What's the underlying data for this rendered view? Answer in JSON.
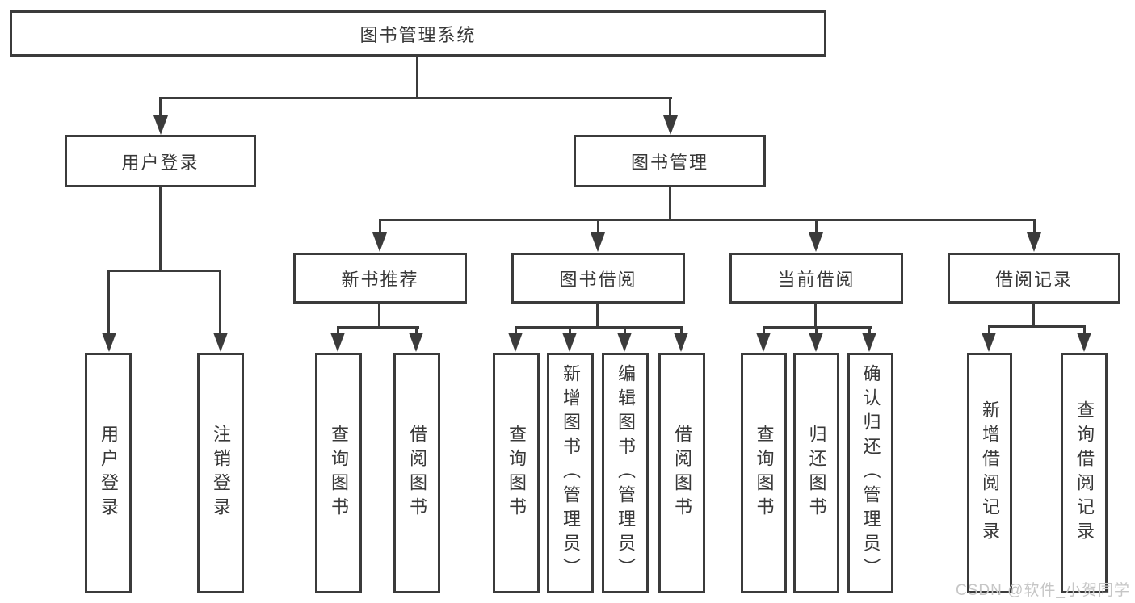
{
  "diagram": {
    "root": "图书管理系统",
    "level2": {
      "user_login": "用户登录",
      "book_mgmt": "图书管理"
    },
    "level3": {
      "new_books": "新书推荐",
      "book_borrow": "图书借阅",
      "current_borrow": "当前借阅",
      "borrow_records": "借阅记录"
    },
    "leaves": {
      "user_login": [
        "用户登录",
        "注销登录"
      ],
      "new_books": [
        "查询图书",
        "借阅图书"
      ],
      "book_borrow": [
        "查询图书",
        "新增图书（管理员）",
        "编辑图书（管理员）",
        "借阅图书"
      ],
      "current_borrow": [
        "查询图书",
        "归还图书",
        "确认归还（管理员）"
      ],
      "borrow_records": [
        "新增借阅记录",
        "查询借阅记录"
      ]
    },
    "watermark": "CSDN @软件_小贺同学",
    "colors": {
      "line": "#3b3b3b",
      "text": "#383838",
      "watermark": "#c6c6c6",
      "background": "#ffffff"
    }
  }
}
